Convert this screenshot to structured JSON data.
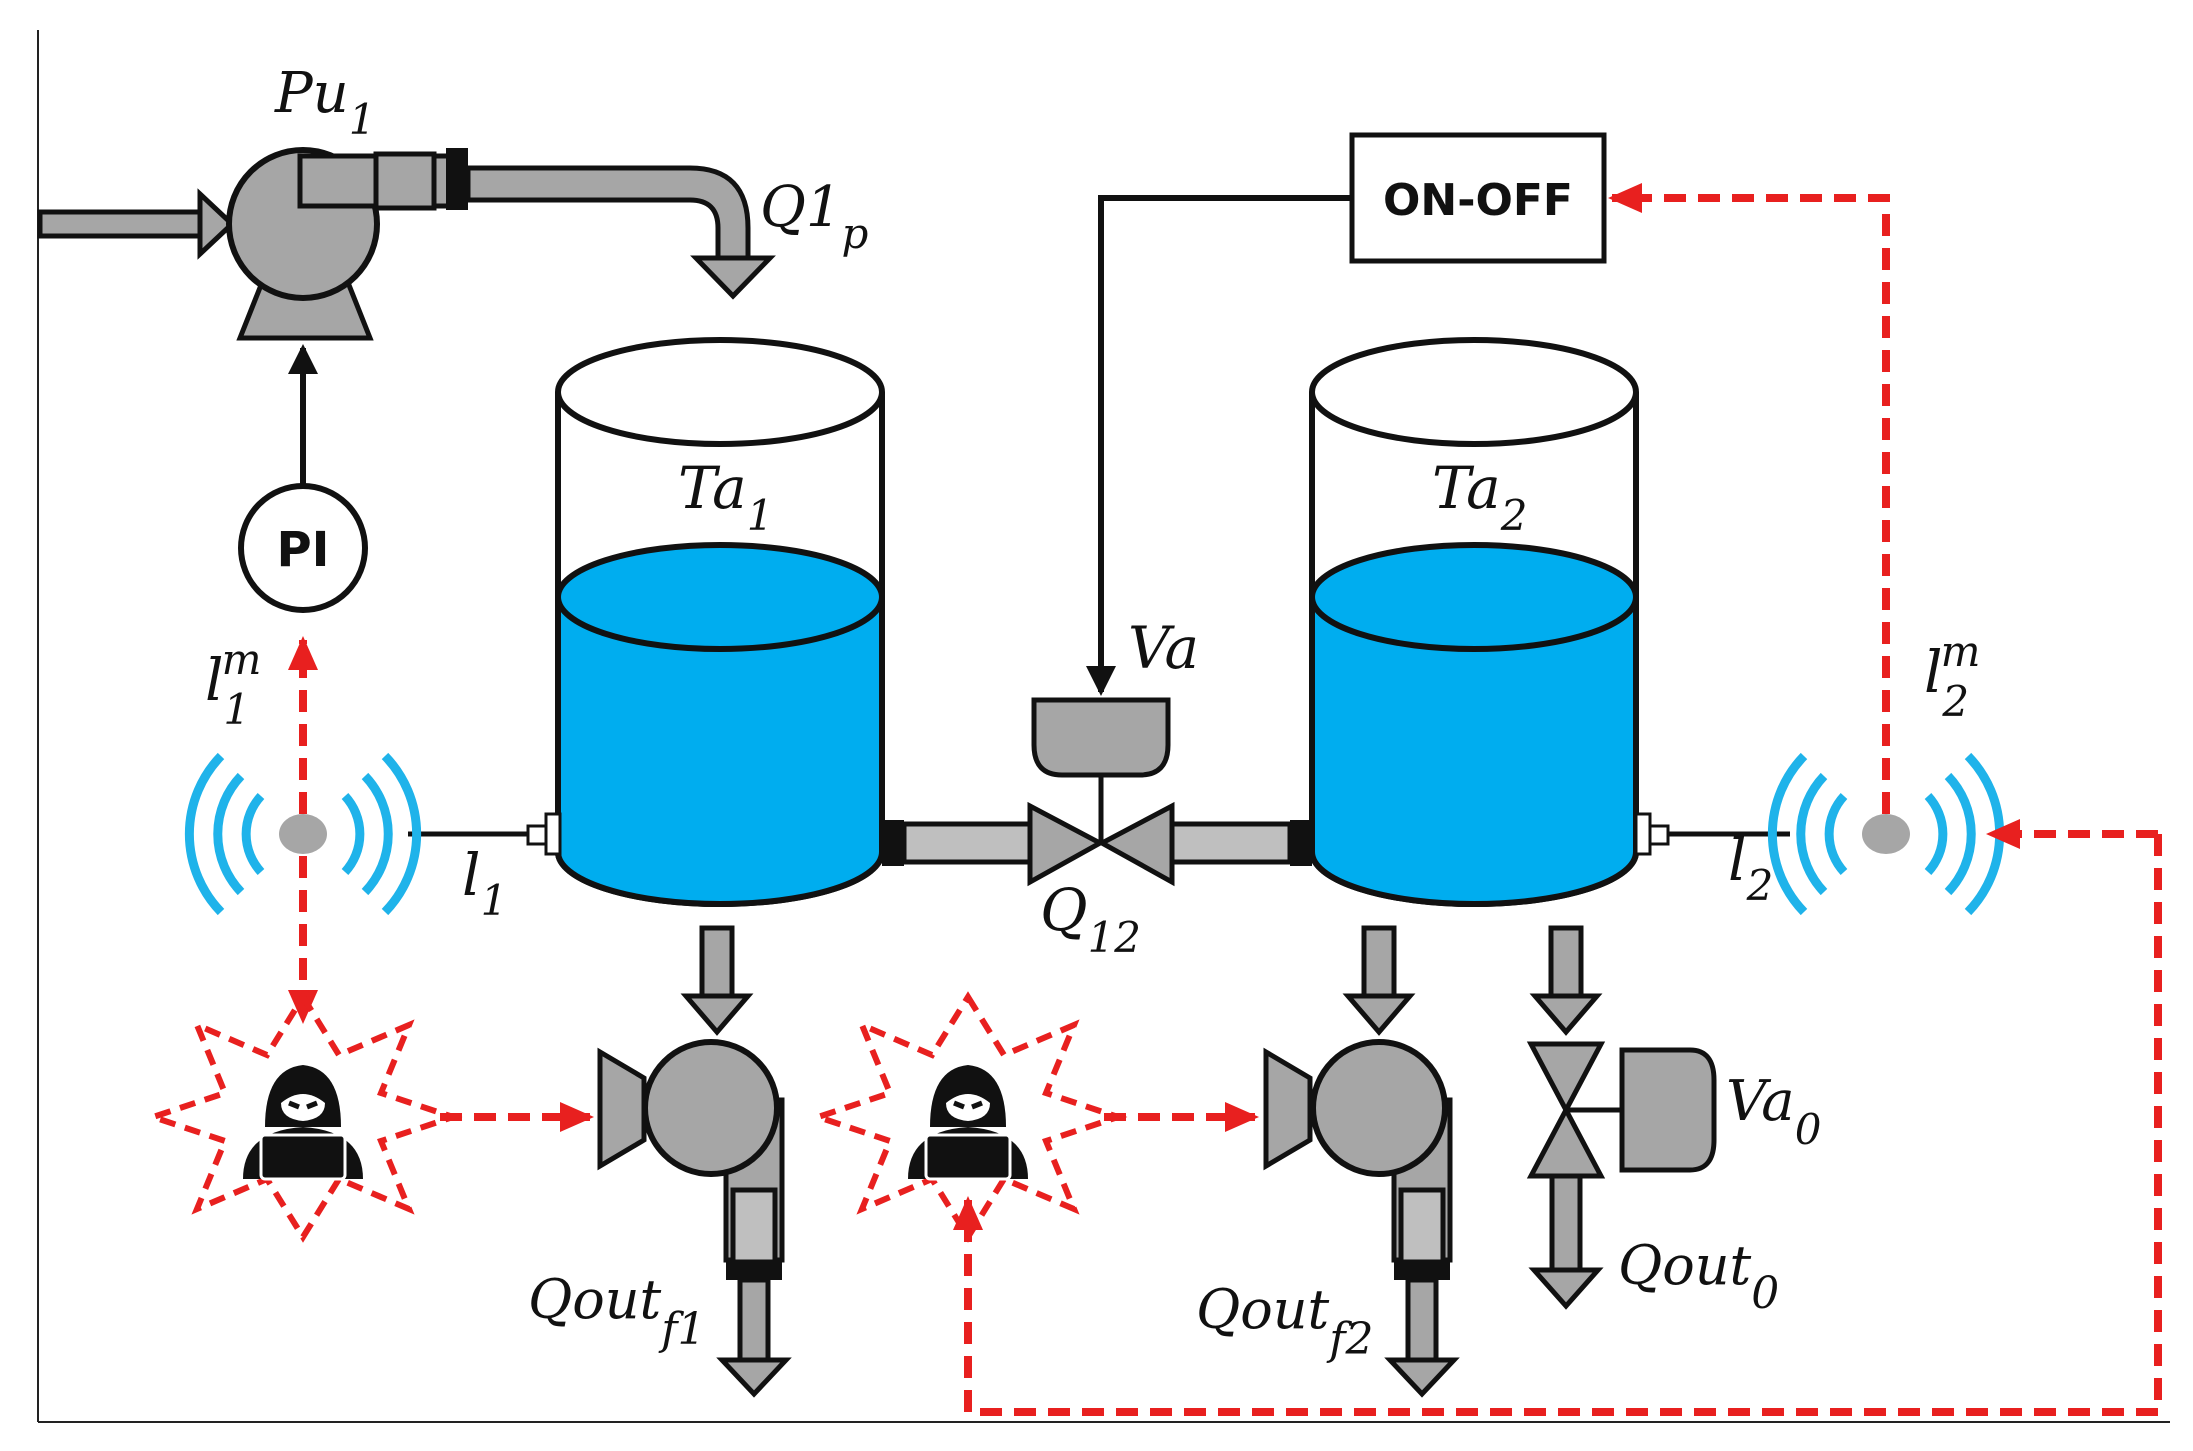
{
  "controllers": {
    "pi": "PI",
    "on_off": "ON-OFF"
  },
  "labels": {
    "pump": {
      "base": "Pu",
      "sub": "1"
    },
    "pump_flow": {
      "base": "Q1",
      "sub": "p"
    },
    "tank1": {
      "base": "Ta",
      "sub": "1"
    },
    "tank2": {
      "base": "Ta",
      "sub": "2"
    },
    "valve": {
      "base": "Va",
      "sub": ""
    },
    "valve_flow": {
      "base": "Q",
      "sub": "12"
    },
    "valve0": {
      "base": "Va",
      "sub": "0"
    },
    "level1": {
      "base": "l",
      "sub": "1"
    },
    "level2": {
      "base": "l",
      "sub": "2"
    },
    "meas1": {
      "base": "l",
      "sub": "1",
      "sup": "m"
    },
    "meas2": {
      "base": "l",
      "sub": "2",
      "sup": "m"
    },
    "out_f1": {
      "base": "Qout",
      "sub": "f1"
    },
    "out_f2": {
      "base": "Qout",
      "sub": "f2"
    },
    "out_0": {
      "base": "Qout",
      "sub": "0"
    }
  },
  "colors": {
    "water": "#00adef",
    "water_dark": "#0096d6",
    "component_gray": "#a6a6a6",
    "pipe_gray": "#bfbfbf",
    "attack_red": "#e8201f",
    "wireless_blue": "#1fb3ea",
    "line_black": "#111111"
  },
  "icons": {
    "attacker": "hacker-icon",
    "sensor": "wireless-sensor-icon"
  }
}
